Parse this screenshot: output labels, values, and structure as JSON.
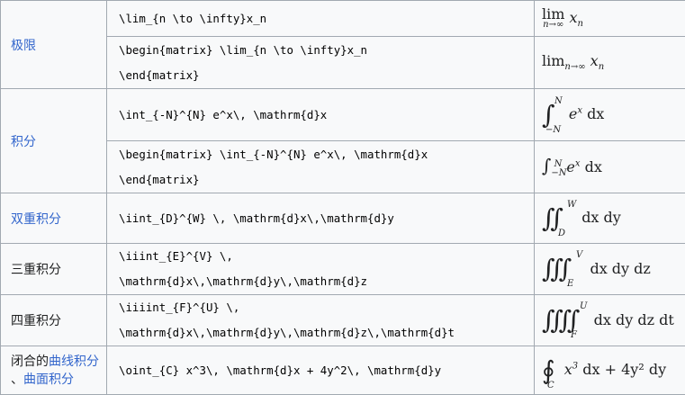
{
  "rows": [
    {
      "label_parts": [
        {
          "text": "极限",
          "link": true
        }
      ],
      "subrows": [
        {
          "code": [
            "\\lim_{n \\to \\infty}x_n"
          ],
          "result": {
            "op": "lim",
            "under": "n→∞",
            "body": "x",
            "body_sub": "n"
          }
        },
        {
          "code": [
            "\\begin{matrix} \\lim_{n \\to \\infty}x_n",
            "\\end{matrix}"
          ],
          "result": {
            "op": "lim",
            "inline_sub": "n→∞",
            "body": "x",
            "body_sub": "n"
          }
        }
      ]
    },
    {
      "label_parts": [
        {
          "text": "积分",
          "link": true
        }
      ],
      "subrows": [
        {
          "code": [
            "\\int_{-N}^{N} e^x\\, \\mathrm{d}x"
          ],
          "result": {
            "op": "∫",
            "lower": "−N",
            "upper": "N",
            "body": "e",
            "body_sup": "x",
            "tail": "dx"
          }
        },
        {
          "code": [
            "\\begin{matrix} \\int_{-N}^{N} e^x\\, \\mathrm{d}x",
            "\\end{matrix}"
          ],
          "result": {
            "op": "∫",
            "lower": "−N",
            "upper": "N",
            "body": "e",
            "body_sup": "x",
            "tail": "dx"
          }
        }
      ]
    },
    {
      "label_parts": [
        {
          "text": "双重积分",
          "link": true
        }
      ],
      "subrows": [
        {
          "code": [
            "\\iint_{D}^{W} \\, \\mathrm{d}x\\,\\mathrm{d}y"
          ],
          "result": {
            "op": "∬",
            "lower": "D",
            "upper": "W",
            "tail": "dx dy"
          }
        }
      ]
    },
    {
      "label_parts": [
        {
          "text": "三重积分",
          "link": false
        }
      ],
      "subrows": [
        {
          "code": [
            "\\iiint_{E}^{V} \\,",
            "\\mathrm{d}x\\,\\mathrm{d}y\\,\\mathrm{d}z"
          ],
          "result": {
            "op": "∭",
            "lower": "E",
            "upper": "V",
            "tail": "dx dy dz"
          }
        }
      ]
    },
    {
      "label_parts": [
        {
          "text": "四重积分",
          "link": false
        }
      ],
      "subrows": [
        {
          "code": [
            "\\iiiint_{F}^{U} \\,",
            "\\mathrm{d}x\\,\\mathrm{d}y\\,\\mathrm{d}z\\,\\mathrm{d}t"
          ],
          "result": {
            "op": "⨌",
            "lower": "F",
            "upper": "U",
            "tail": "dx dy dz dt"
          }
        }
      ]
    },
    {
      "label_parts": [
        {
          "text": "闭合的",
          "link": false
        },
        {
          "text": "曲线积分",
          "link": true
        },
        {
          "text": "、",
          "link": false
        },
        {
          "text": "曲面积分",
          "link": true
        }
      ],
      "subrows": [
        {
          "code": [
            "\\oint_{C} x^3\\, \\mathrm{d}x + 4y^2\\, \\mathrm{d}y"
          ],
          "result": {
            "op": "∮",
            "lower": "C",
            "upper": "",
            "body": "x",
            "body_sup": "3",
            "tail": "dx + 4y² dy"
          }
        }
      ]
    }
  ]
}
